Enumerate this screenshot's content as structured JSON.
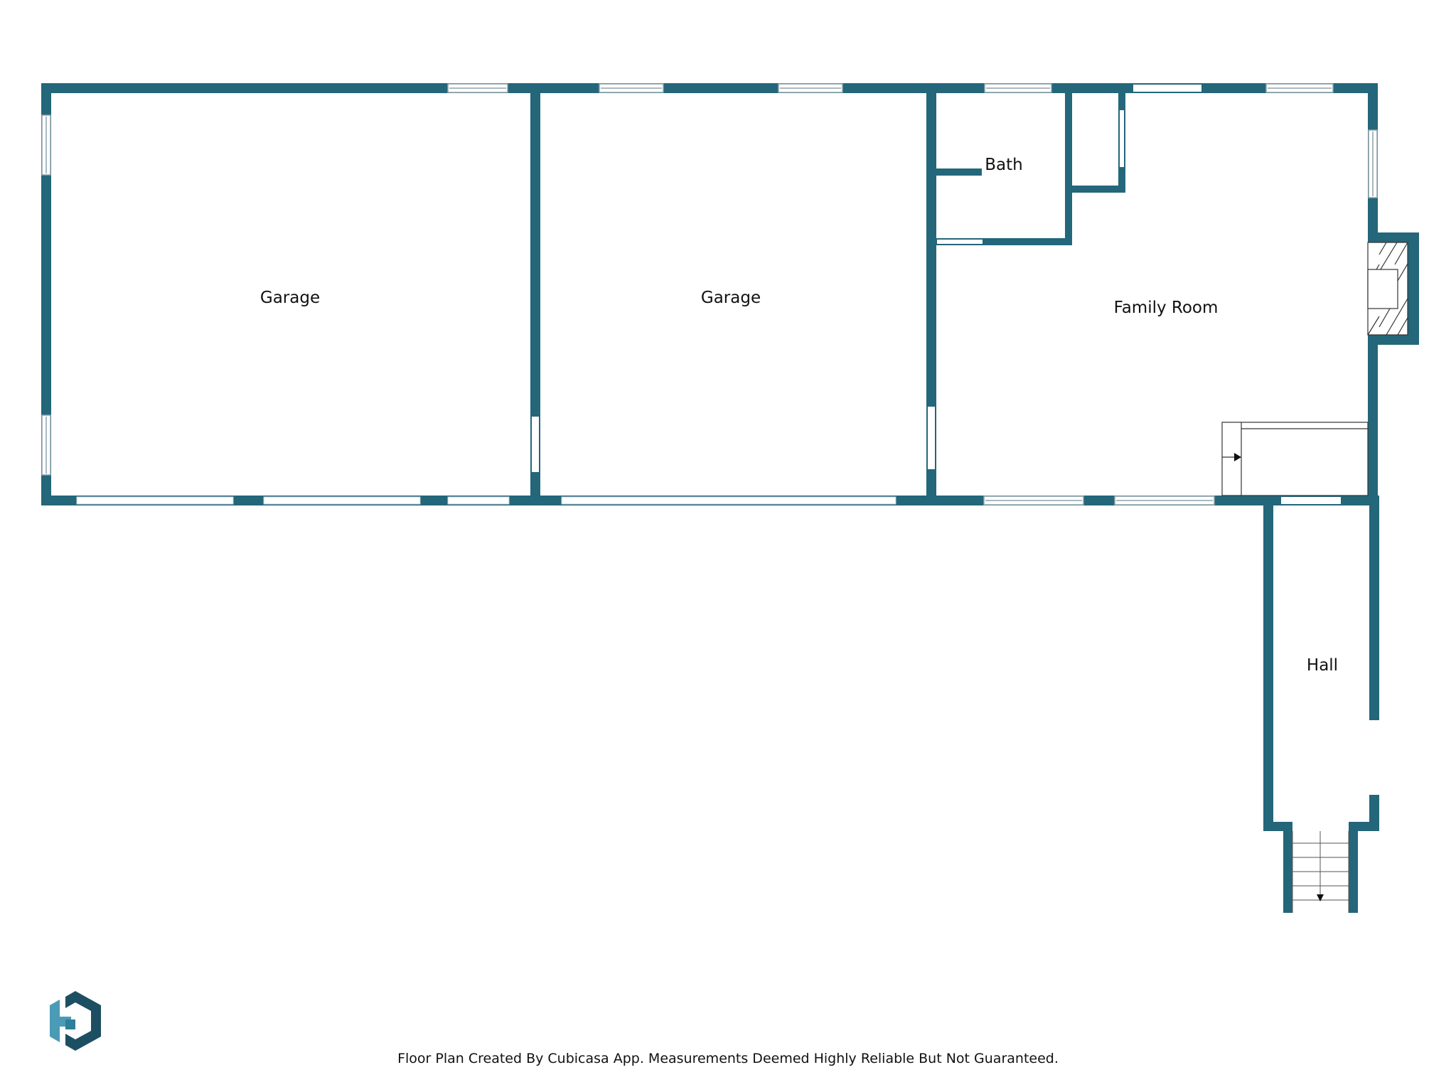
{
  "colors": {
    "wall": "#24667a",
    "opening": "#ffffff",
    "window_stroke": "#8fa3ab",
    "fixture_stroke": "#333333",
    "logo_dark": "#1d4f63",
    "logo_light": "#4a9bb5"
  },
  "rooms": [
    {
      "id": "garage-1",
      "label": "Garage"
    },
    {
      "id": "garage-2",
      "label": "Garage"
    },
    {
      "id": "bath",
      "label": "Bath"
    },
    {
      "id": "family-room",
      "label": "Family Room"
    },
    {
      "id": "hall",
      "label": "Hall"
    }
  ],
  "icons": {
    "logo": "cubicasa-logo-icon",
    "fireplace": "fireplace-icon",
    "stairs": "stairs-icon"
  },
  "footer": {
    "note": "Floor Plan Created By Cubicasa App. Measurements Deemed Highly Reliable But Not Guaranteed."
  }
}
